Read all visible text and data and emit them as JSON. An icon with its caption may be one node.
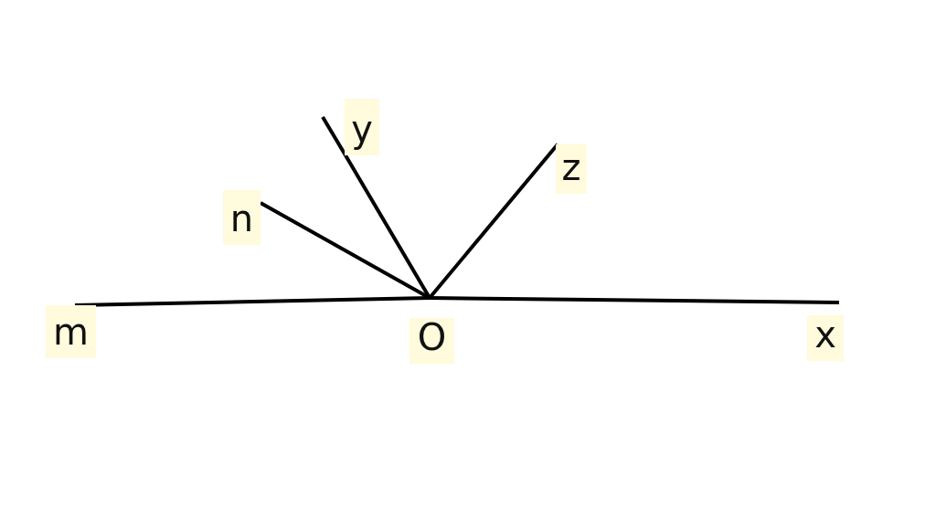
{
  "diagram": {
    "nodes": [
      {
        "text": [
          "y"
        ]
      },
      {
        "text": [
          "z"
        ]
      },
      {
        "text": [
          "n"
        ]
      },
      {
        "text": [
          "m"
        ]
      },
      {
        "text": [
          "O"
        ]
      },
      {
        "text": [
          "x"
        ]
      }
    ],
    "edges": [
      {
        "from": 4,
        "to": 3,
        "arrow": "none"
      },
      {
        "from": 4,
        "to": 2,
        "arrow": "none"
      },
      {
        "from": 4,
        "to": 0,
        "arrow": "none"
      },
      {
        "from": 4,
        "to": 1,
        "arrow": "none"
      },
      {
        "from": 4,
        "to": 5,
        "arrow": "none"
      }
    ]
  }
}
